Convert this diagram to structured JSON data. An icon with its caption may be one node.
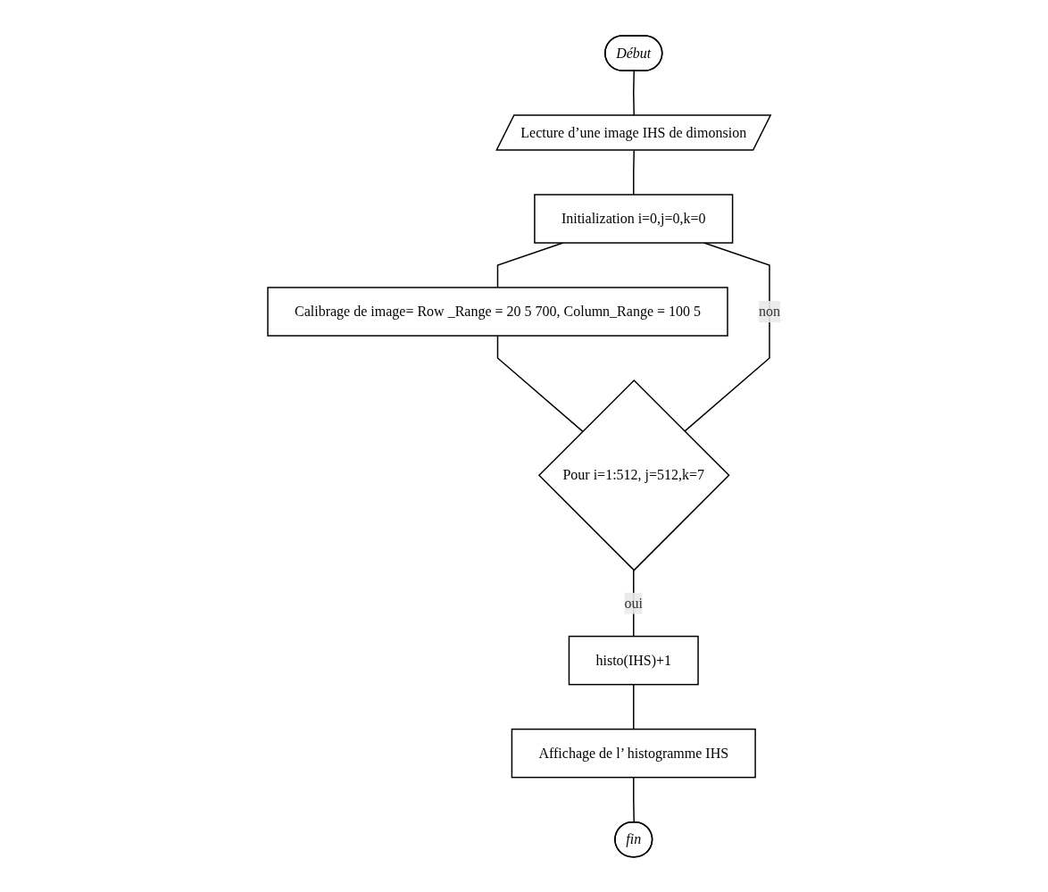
{
  "diagram": {
    "nodes": [
      {
        "text": [
          "Début"
        ]
      },
      {
        "text": [
          "Lecture d’une image IHS de dimonsion"
        ]
      },
      {
        "text": [
          "Initialization i=0,j=0,k=0"
        ]
      },
      {
        "text": [
          "Calibrage de image= Row _Range = 20 5 700, Column_Range = 100 5"
        ]
      },
      {
        "text": [
          "Pour i=1:512, j=512,k=7"
        ]
      },
      {
        "text": [
          "histo(IHS)+1"
        ]
      },
      {
        "text": [
          "Affichage de l’ histogramme IHS"
        ]
      },
      {
        "text": [
          "fin"
        ]
      }
    ],
    "edges": [
      {
        "from": 0,
        "to": 1,
        "arrow": "none"
      },
      {
        "from": 1,
        "to": 2,
        "arrow": "none"
      },
      {
        "from": 2,
        "to": 3,
        "arrow": "none"
      },
      {
        "from": 3,
        "to": 4,
        "arrow": "none"
      },
      {
        "from": 4,
        "to": 2,
        "arrow": "none",
        "label": "non"
      },
      {
        "from": 4,
        "to": 5,
        "arrow": "none",
        "label": "oui"
      },
      {
        "from": 5,
        "to": 6,
        "arrow": "none"
      },
      {
        "from": 6,
        "to": 7,
        "arrow": "none"
      }
    ]
  }
}
